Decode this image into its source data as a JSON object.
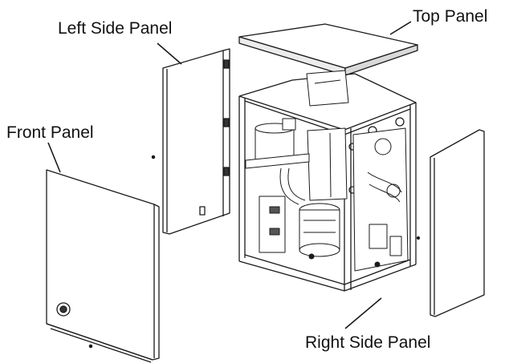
{
  "labels": {
    "top_panel": "Top Panel",
    "left_side_panel": "Left Side Panel",
    "front_panel": "Front Panel",
    "right_side_panel": "Right Side Panel"
  },
  "colors": {
    "line": "#1a1a1a",
    "panel_fill": "#ffffff",
    "shade": "#d9d9d9"
  }
}
